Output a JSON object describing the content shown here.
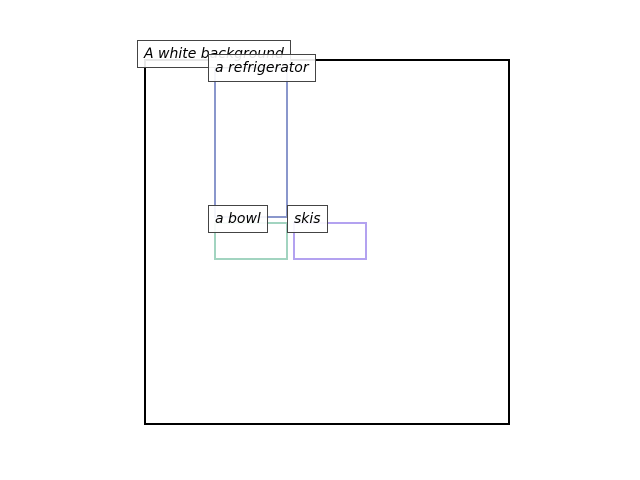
{
  "canvas": {
    "label": "A white background",
    "border_color": "#000000"
  },
  "objects": [
    {
      "id": "refrigerator",
      "label": "a refrigerator",
      "color": "#8a97cc"
    },
    {
      "id": "bowl",
      "label": "a bowl",
      "color": "#a2d4c0"
    },
    {
      "id": "skis",
      "label": "skis",
      "color": "#b3a2f0"
    }
  ]
}
